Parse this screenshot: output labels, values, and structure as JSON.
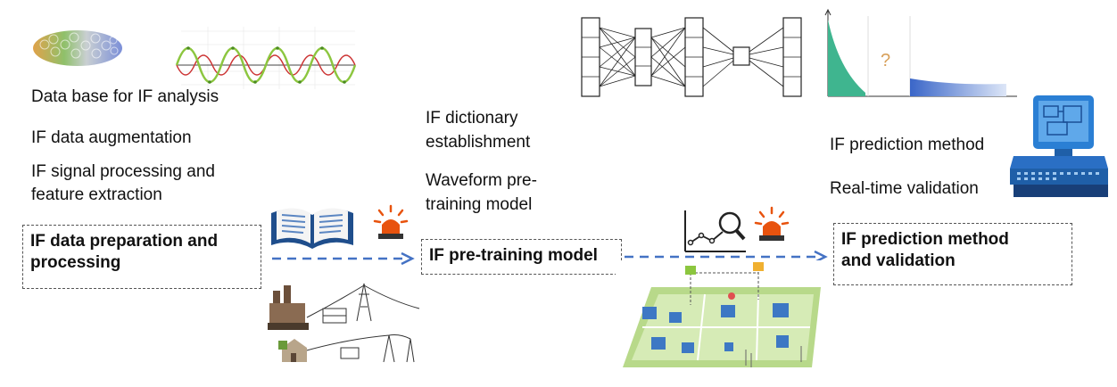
{
  "stage1": {
    "items": [
      "Data base for IF analysis",
      "IF data augmentation",
      "IF signal processing and",
      "feature extraction"
    ],
    "box_lines": [
      "IF data preparation and",
      "processing"
    ]
  },
  "stage2": {
    "items": [
      "IF dictionary",
      "establishment",
      "Waveform pre-",
      "training model"
    ],
    "box_lines": [
      "IF pre-training model"
    ],
    "chart_mark": "?"
  },
  "stage3": {
    "items": [
      "IF prediction method",
      "Real-time validation"
    ],
    "box_lines": [
      "IF prediction method",
      "and validation"
    ]
  },
  "colors": {
    "arrow": "#4472c4",
    "alarm": "#e8530e",
    "teal": "#3fb58f",
    "server": "#1f5fa8"
  },
  "icons": [
    "cell-cluster-icon",
    "waveform-icon",
    "book-icon",
    "alarm-icon",
    "power-plant-icon",
    "neural-network-icon",
    "decay-chart-icon",
    "data-analysis-icon",
    "smart-grid-icon",
    "server-icon"
  ]
}
